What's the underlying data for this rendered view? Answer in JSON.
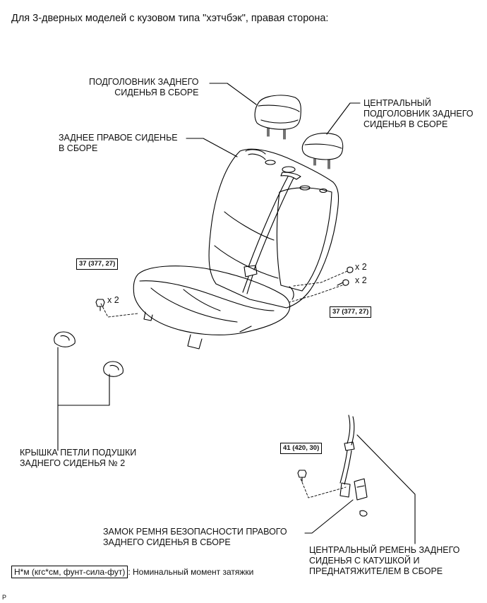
{
  "header": "Для 3-дверных моделей с кузовом типа \"хэтчбэк\", правая сторона:",
  "labels": {
    "rear_headrest": "ПОДГОЛОВНИК ЗАДНЕГО\nСИДЕНЬЯ В СБОРЕ",
    "center_headrest": "ЦЕНТРАЛЬНЫЙ\nПОДГОЛОВНИК ЗАДНЕГО\nСИДЕНЬЯ В СБОРЕ",
    "right_seat": "ЗАДНЕЕ ПРАВОЕ СИДЕНЬЕ\nВ СБОРЕ",
    "hinge_cover": "КРЫШКА ПЕТЛИ ПОДУШКИ\nЗАДНЕГО СИДЕНЬЯ № 2",
    "buckle": "ЗАМОК РЕМНЯ БЕЗОПАСНОСТИ ПРАВОГО\nЗАДНЕГО СИДЕНЬЯ В СБОРЕ",
    "center_belt": "ЦЕНТРАЛЬНЫЙ РЕМЕНЬ ЗАДНЕГО\nСИДЕНЬЯ С КАТУШКОЙ И\nПРЕДНАТЯЖИТЕЛЕМ В СБОРЕ"
  },
  "torques": {
    "left": "37 (377, 27)",
    "right": "37 (377, 27)",
    "buckle": "41 (420, 30)"
  },
  "counts": {
    "left_bolt": "x 2",
    "right_nut": "x 2",
    "right_bolt": "x 2"
  },
  "legend": {
    "unit": "Н*м (кгс*см, фунт-сила-фут)",
    "text": ": Номинальный момент затяжки"
  },
  "figure_code": "P"
}
